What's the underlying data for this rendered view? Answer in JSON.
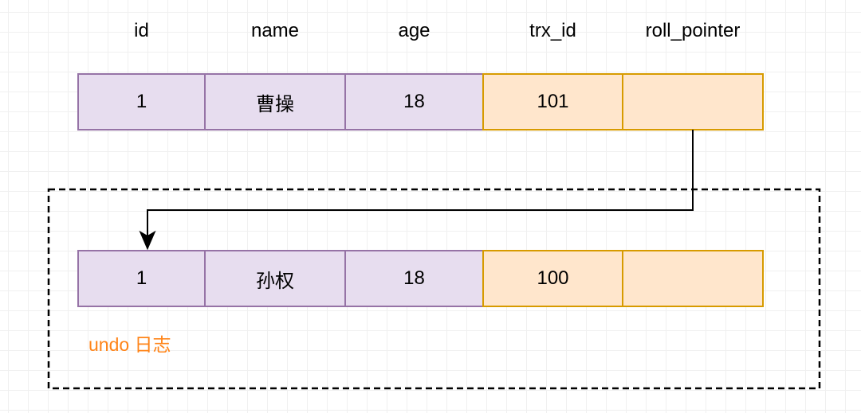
{
  "diagram_title": "mvcc-undo-log-diagram",
  "header": {
    "labels": [
      "id",
      "name",
      "age",
      "trx_id",
      "roll_pointer"
    ]
  },
  "current_row": {
    "cells": [
      "1",
      "曹操",
      "18",
      "101",
      ""
    ]
  },
  "undo_row": {
    "cells": [
      "1",
      "孙权",
      "18",
      "100",
      ""
    ]
  },
  "undo_label": "undo 日志",
  "colors": {
    "purple_fill": "#e7ddef",
    "purple_border": "#9673a6",
    "orange_fill": "#ffe6cc",
    "orange_border": "#d79b00",
    "undo_label_color": "#ff8418",
    "arrow_color": "#000000",
    "grid_color": "#f0f0f0"
  }
}
